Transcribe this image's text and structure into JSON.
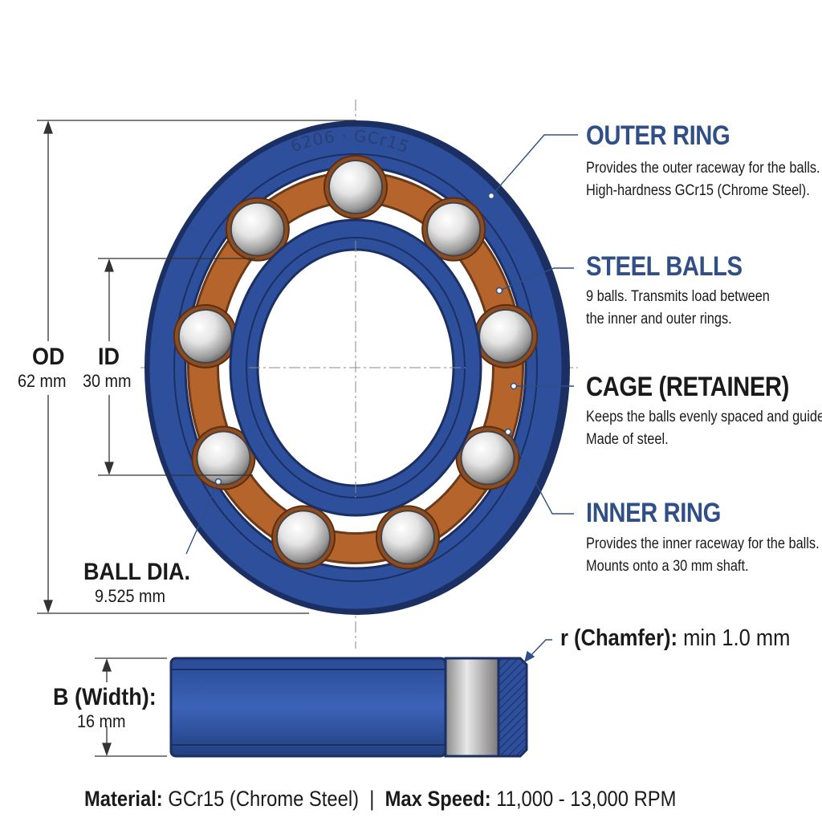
{
  "ring_marking": "6206 · GCr15",
  "callouts": {
    "outer_ring": {
      "title": "OUTER RING",
      "line1": "Provides the outer raceway for the balls.",
      "line2": "High-hardness GCr15 (Chrome Steel)."
    },
    "steel_balls": {
      "title": "STEEL BALLS",
      "line1": "9 balls. Transmits load between",
      "line2": "the inner and outer rings."
    },
    "cage": {
      "title": "CAGE (RETAINER)",
      "line1": "Keeps the balls evenly spaced and guided.",
      "line2": "Made of steel."
    },
    "inner_ring": {
      "title": "INNER RING",
      "line1": "Provides the inner raceway for the balls.",
      "line2": "Mounts onto a 30 mm shaft."
    }
  },
  "dimensions": {
    "od": {
      "label": "OD",
      "value": "62 mm"
    },
    "id": {
      "label": "ID",
      "value": "30 mm"
    },
    "ball_dia": {
      "label": "BALL DIA.",
      "value": "9.525 mm"
    },
    "width": {
      "label": "B (Width):",
      "value": "16 mm"
    },
    "chamfer": {
      "label": "r (Chamfer):",
      "value": "min 1.0 mm"
    }
  },
  "footer": {
    "material_label": "Material:",
    "material_value": "GCr15 (Chrome Steel)",
    "separator": "|",
    "speed_label": "Max Speed:",
    "speed_value": "11,000 - 13,000 RPM"
  },
  "colors": {
    "ring_blue": "#2d4f9c",
    "ring_dark": "#1c2f63",
    "cage_copper": "#b5652c",
    "ball_steel": "#e6e6e6",
    "title_blue": "#2f4f86"
  },
  "ball_count": 9
}
